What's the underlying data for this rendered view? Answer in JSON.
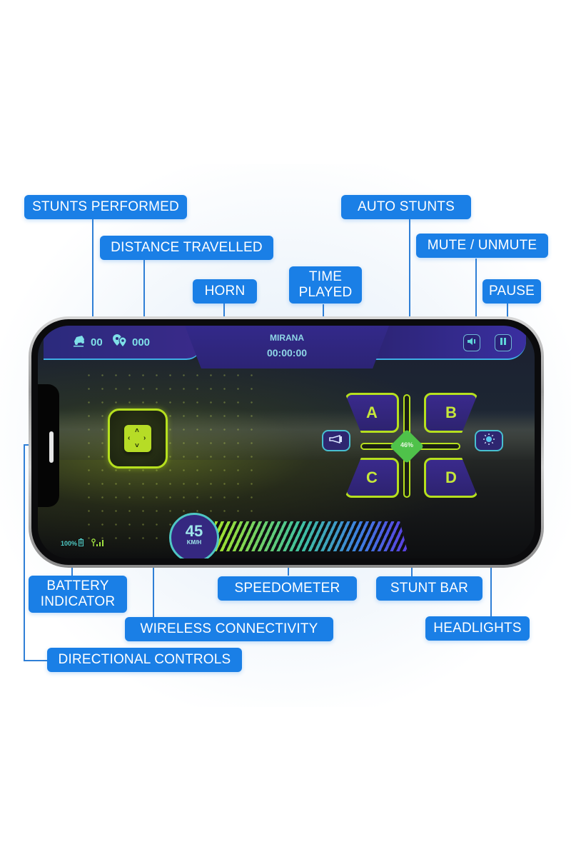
{
  "callouts": {
    "stunts_performed": "STUNTS PERFORMED",
    "distance_travelled": "DISTANCE TRAVELLED",
    "horn": "HORN",
    "time_played_line1": "TIME",
    "time_played_line2": "PLAYED",
    "auto_stunts": "AUTO STUNTS",
    "mute_unmute": "MUTE / UNMUTE",
    "pause": "PAUSE",
    "battery_line1": "BATTERY",
    "battery_line2": "INDICATOR",
    "speedometer": "SPEEDOMETER",
    "stunt_bar": "STUNT BAR",
    "wireless": "WIRELESS CONNECTIVITY",
    "headlights": "HEADLIGHTS",
    "directional": "DIRECTIONAL CONTROLS"
  },
  "hud": {
    "stunts_count": "00",
    "distance": "000",
    "player_name": "MIRANA",
    "time": "00:00:00",
    "mute_icon": "speaker-icon",
    "pause_icon": "pause-icon"
  },
  "controls": {
    "stunt_a": "A",
    "stunt_b": "B",
    "stunt_c": "C",
    "stunt_d": "D",
    "stunt_bar_percent": "46%",
    "horn_icon": "horn-icon",
    "headlight_icon": "headlight-icon"
  },
  "status": {
    "battery": "100%",
    "speed": "45",
    "speed_unit": "KM/H"
  },
  "colors": {
    "callout_blue": "#1a7fe6",
    "neon_green": "#b6e01e",
    "hud_purple": "#2c2475",
    "cyan": "#4fc6c4"
  }
}
